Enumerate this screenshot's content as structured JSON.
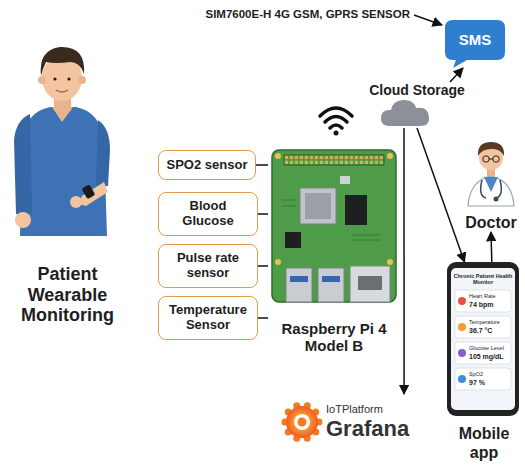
{
  "diagram": {
    "nodes": [
      {
        "text": [
          "Patient Wearable Monitoring"
        ]
      },
      {
        "text": [
          "SPO2 sensor"
        ]
      },
      {
        "text": [
          "Blood Glucose"
        ]
      },
      {
        "text": [
          "Pulse rate sensor"
        ]
      },
      {
        "text": [
          "Temperature Sensor"
        ]
      },
      {
        "text": [
          "Raspberry Pi 4 Model B"
        ]
      },
      {
        "text": [
          "SMS"
        ]
      },
      {
        "text": [
          "Cloud Storage"
        ]
      },
      {
        "text": [
          "Doctor"
        ]
      },
      {
        "text": [
          "Mobile app"
        ]
      },
      {
        "text": [
          "IoTPlatform",
          "Grafana"
        ]
      }
    ],
    "edges": [
      {
        "from": 1,
        "to": 5,
        "arrow": "none"
      },
      {
        "from": 2,
        "to": 5,
        "arrow": "none"
      },
      {
        "from": 3,
        "to": 5,
        "arrow": "none"
      },
      {
        "from": 4,
        "to": 5,
        "arrow": "none"
      },
      {
        "from": 7,
        "to": 6,
        "arrow": "to"
      },
      {
        "from": 7,
        "to": 10,
        "arrow": "to"
      },
      {
        "from": 7,
        "to": 9,
        "arrow": "to"
      },
      {
        "from": 9,
        "to": 8,
        "arrow": "to"
      }
    ],
    "labels": [
      "SIM7600E-H 4G GSM, GPRS SENSOR",
      "Chronic Patient Health Monitor",
      "Heart Rate",
      "74 bpm",
      "Temperature",
      "36.7 °C",
      "Glucose Level",
      "105 mg/dL",
      "SpO2",
      "97 %"
    ]
  }
}
